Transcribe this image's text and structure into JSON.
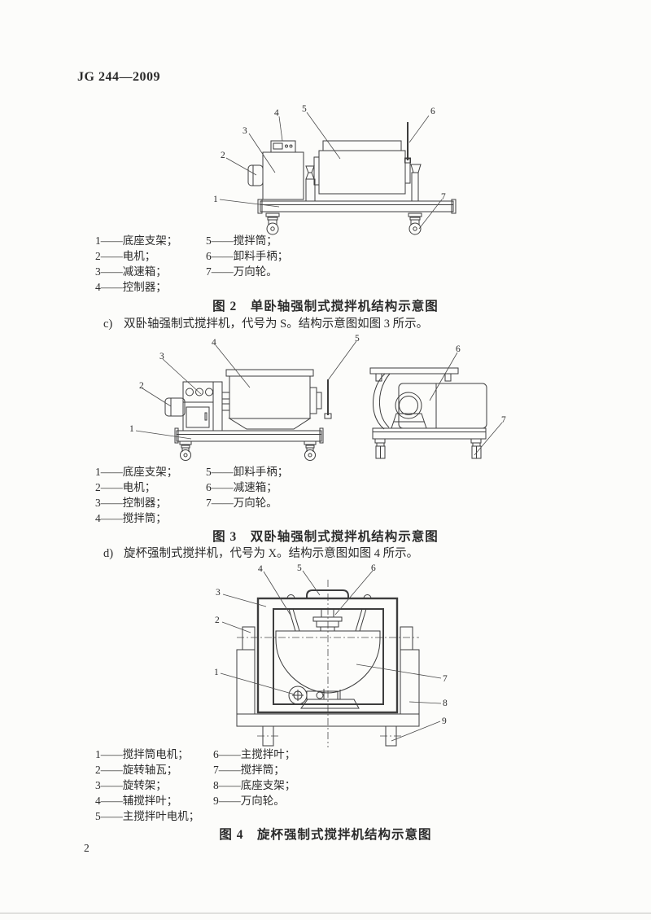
{
  "page": {
    "header": "JG 244—2009",
    "page_number": "2"
  },
  "figure2": {
    "labels": [
      "1",
      "2",
      "3",
      "4",
      "5",
      "6",
      "7"
    ],
    "legend_col1": [
      "1——底座支架；",
      "2——电机；",
      "3——减速箱；",
      "4——控制器；"
    ],
    "legend_col2": [
      "5——搅拌筒；",
      "6——卸料手柄；",
      "7——万向轮。"
    ],
    "caption": "图 2　单卧轴强制式搅拌机结构示意图"
  },
  "item_c": {
    "marker": "c)",
    "text": "双卧轴强制式搅拌机，代号为 S。结构示意图如图 3 所示。"
  },
  "figure3": {
    "labels": [
      "1",
      "2",
      "3",
      "4",
      "5",
      "6",
      "7"
    ],
    "legend_col1": [
      "1——底座支架；",
      "2——电机；",
      "3——控制器；",
      "4——搅拌筒；"
    ],
    "legend_col2": [
      "5——卸料手柄；",
      "6——减速箱；",
      "7——万向轮。"
    ],
    "caption": "图 3　双卧轴强制式搅拌机结构示意图"
  },
  "item_d": {
    "marker": "d)",
    "text": "旋杯强制式搅拌机，代号为 X。结构示意图如图 4 所示。"
  },
  "figure4": {
    "labels": [
      "1",
      "2",
      "3",
      "4",
      "5",
      "6",
      "7",
      "8",
      "9"
    ],
    "legend_col1": [
      "1——搅拌筒电机；",
      "2——旋转轴瓦；",
      "3——旋转架；",
      "4——辅搅拌叶；",
      "5——主搅拌叶电机；"
    ],
    "legend_col2": [
      "6——主搅拌叶；",
      "7——搅拌筒；",
      "8——底座支架；",
      "9——万向轮。"
    ],
    "caption": "图 4　旋杯强制式搅拌机结构示意图"
  }
}
